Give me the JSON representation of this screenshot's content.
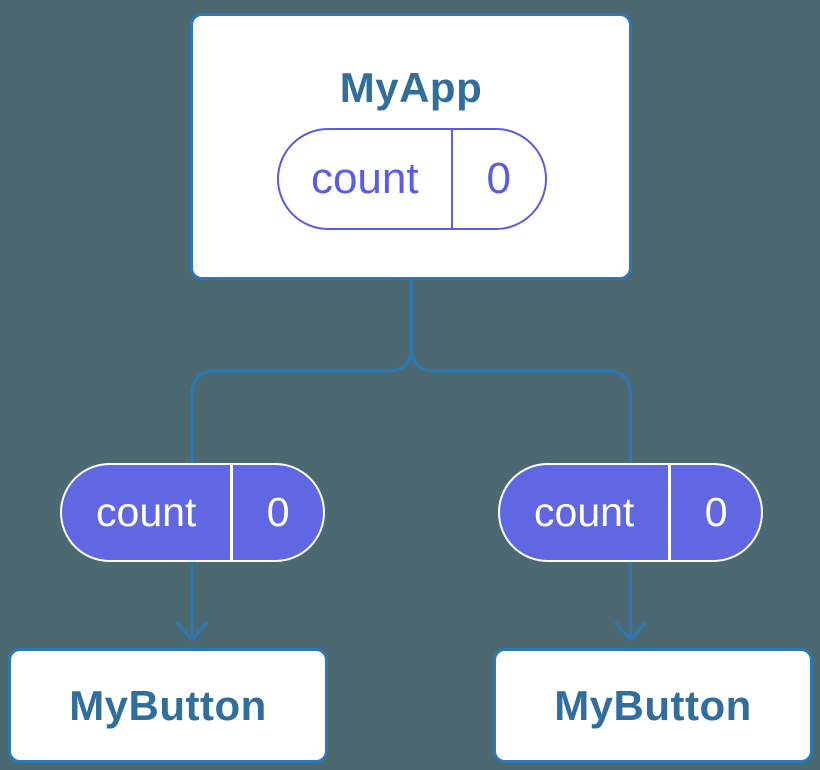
{
  "colors": {
    "background": "#4c6971",
    "accent_blue": "#2a79b5",
    "node_text_blue": "#2f6e9d",
    "purple_outline": "#5a5ce5",
    "purple_fill": "#6166e2",
    "white": "#ffffff"
  },
  "diagram": {
    "type": "component-tree",
    "root": {
      "title": "MyApp",
      "state": {
        "name": "count",
        "value": "0"
      }
    },
    "children": [
      {
        "title": "MyButton",
        "prop": {
          "name": "count",
          "value": "0"
        }
      },
      {
        "title": "MyButton",
        "prop": {
          "name": "count",
          "value": "0"
        }
      }
    ]
  }
}
